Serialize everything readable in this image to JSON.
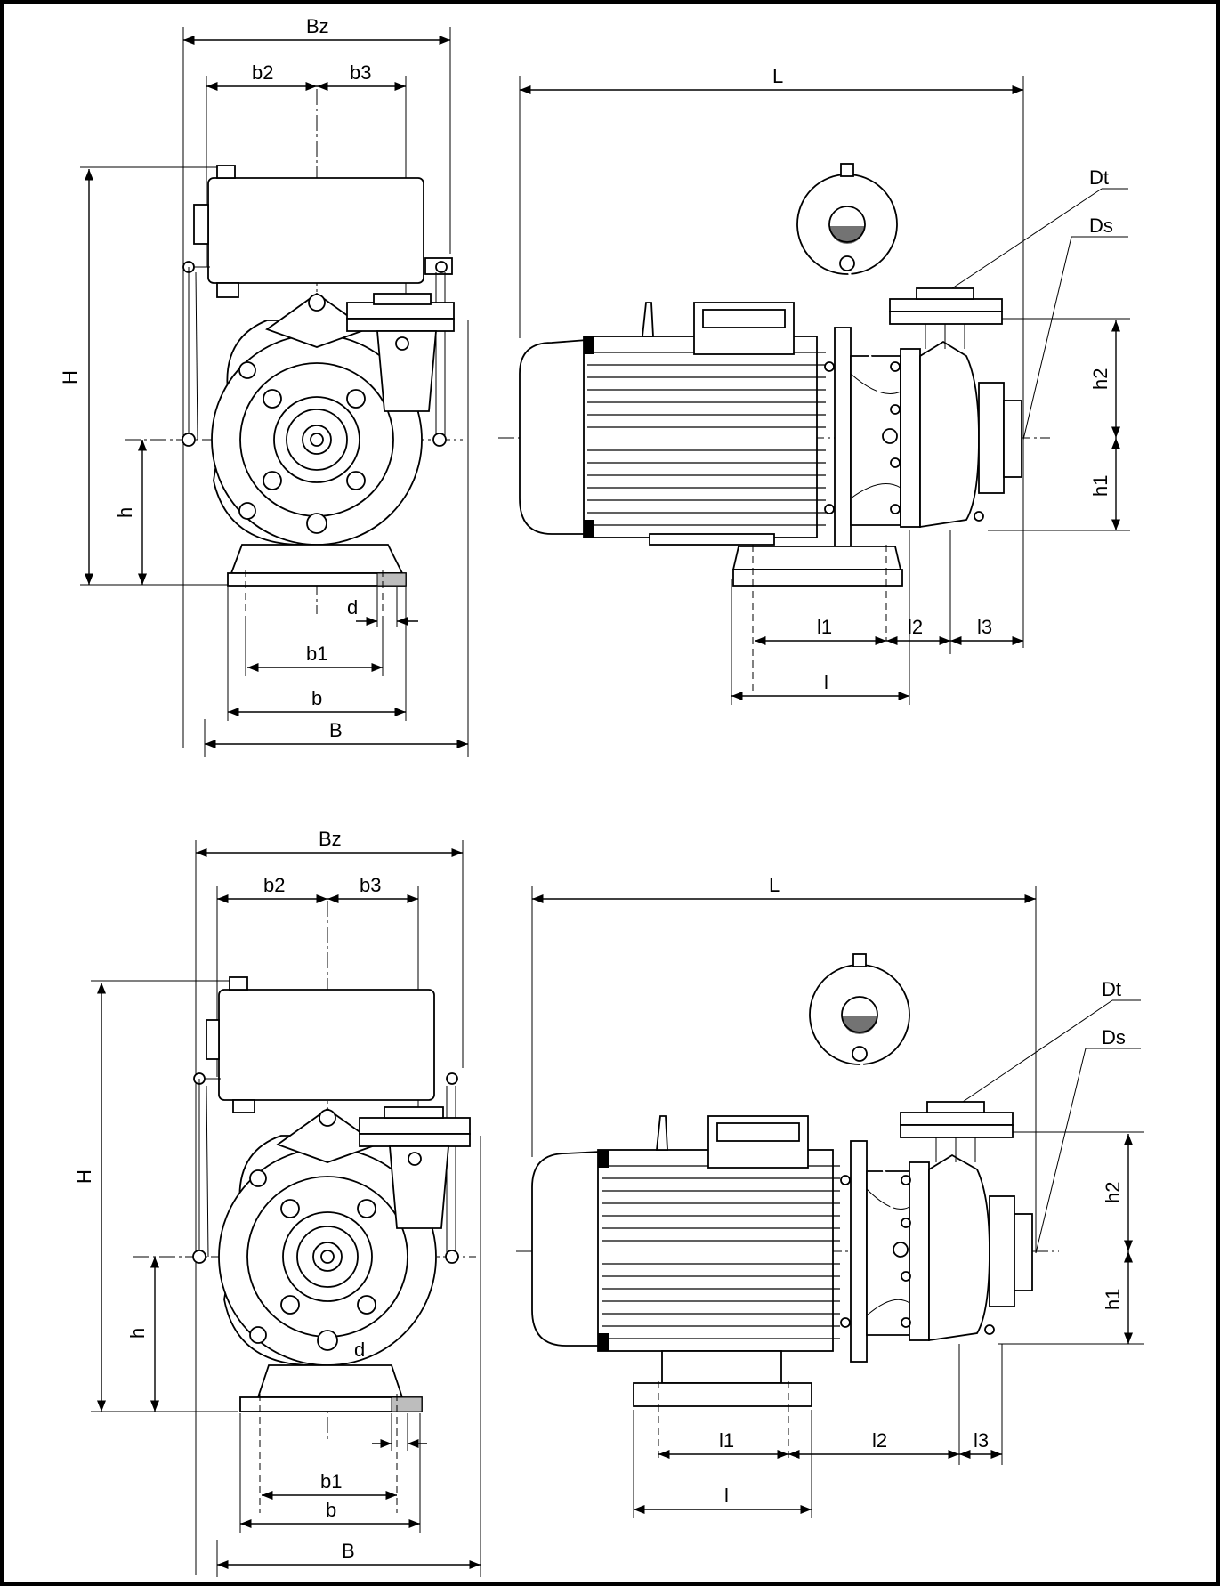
{
  "labels": {
    "bz": "Bz",
    "b2": "b2",
    "b3": "b3",
    "H": "H",
    "h": "h",
    "d": "d",
    "b1": "b1",
    "b": "b",
    "B": "B",
    "L": "L",
    "Dt": "Dt",
    "Ds": "Ds",
    "h1": "h1",
    "h2": "h2",
    "l": "l",
    "l1": "l1",
    "l2": "l2",
    "l3": "l3"
  }
}
